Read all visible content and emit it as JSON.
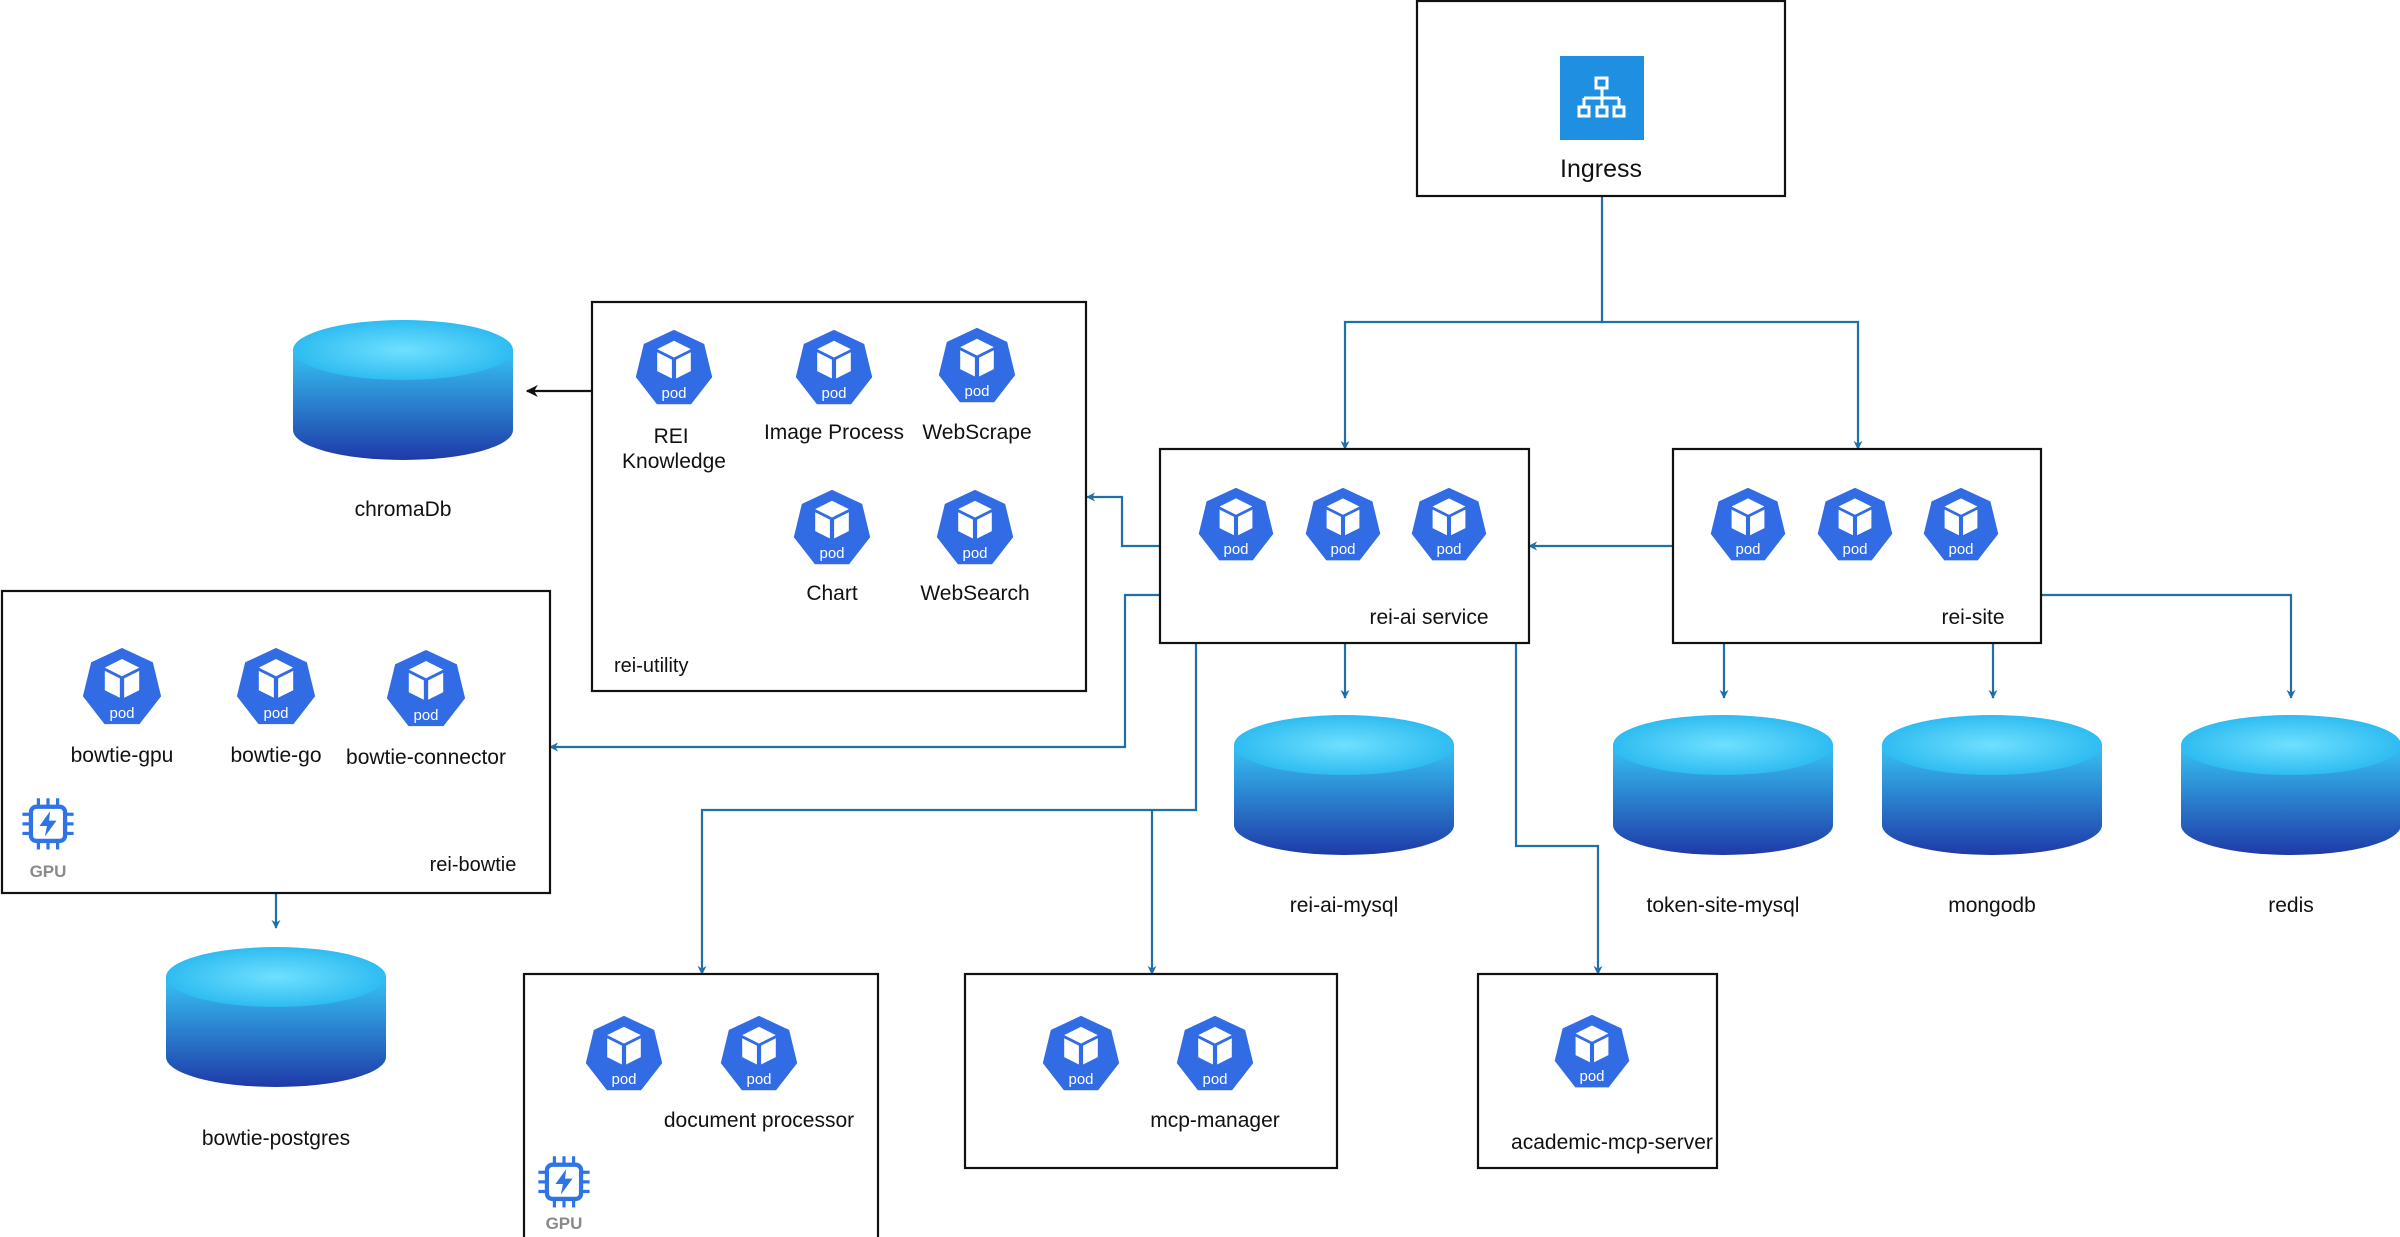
{
  "ingress": {
    "label": "Ingress"
  },
  "pod_label": "pod",
  "gpu_label": "GPU",
  "colors": {
    "edge": "#1f6fa8",
    "pod_fill": "#326ce5",
    "pod_box": "#ffffff",
    "ingress_icon": "#1e8fe1",
    "db_top": "#36c3f2",
    "db_bottom": "#1e3aa8",
    "box_border": "#111111"
  },
  "boxes": {
    "rei_ai_service": {
      "label": "rei-ai service",
      "pod_count": 3
    },
    "rei_site": {
      "label": "rei-site",
      "pod_count": 3
    },
    "rei_utility": {
      "label": "rei-utility",
      "pods": [
        "REI\nKnowledge",
        "Image Process",
        "WebScrape",
        "Chart",
        "WebSearch"
      ]
    },
    "rei_bowtie": {
      "label": "rei-bowtie",
      "pods": [
        "bowtie-gpu",
        "bowtie-go",
        "bowtie-connector"
      ],
      "gpu": true
    },
    "document_processor": {
      "label": "document processor",
      "pod_count": 2,
      "gpu": true
    },
    "mcp_manager": {
      "label": "mcp-manager",
      "pod_count": 2
    },
    "academic_mcp_server": {
      "label": "academic-mcp-server",
      "pod_count": 1
    }
  },
  "databases": [
    {
      "id": "chromaDb",
      "label": "chromaDb"
    },
    {
      "id": "bowtie-postgres",
      "label": "bowtie-postgres"
    },
    {
      "id": "rei-ai-mysql",
      "label": "rei-ai-mysql"
    },
    {
      "id": "token-site-mysql",
      "label": "token-site-mysql"
    },
    {
      "id": "mongodb",
      "label": "mongodb"
    },
    {
      "id": "redis",
      "label": "redis"
    }
  ]
}
